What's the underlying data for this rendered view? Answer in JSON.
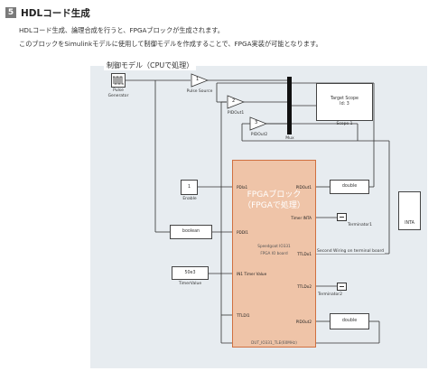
{
  "heading": {
    "number": "5",
    "title": "HDLコード生成"
  },
  "description": {
    "line1": "HDLコード生成、論理合成を行うと、FPGAブロックが生成されます。",
    "line2": "このブロックをSimulinkモデルに使用して制御モデルを作成することで、FPGA実装が可能となります。"
  },
  "model": {
    "title": "制御モデル（CPUで処理）",
    "pulse_generator": "Pulse Generator",
    "pulse_source": {
      "value": "1",
      "caption": "Pulse Source"
    },
    "pid_out1": {
      "value": "2",
      "caption": "PIDOut1"
    },
    "pid_out2": {
      "value": "3",
      "caption": "PIDOut2"
    },
    "mux_caption": "Mux",
    "target_scope": {
      "label": "Target Scope\nId: 3",
      "caption": "Scope 1"
    },
    "enable": {
      "value": "1",
      "caption": "Enable"
    },
    "boolean_block": "boolean",
    "timer_value": {
      "value": "50e3",
      "caption": "TimerValue"
    },
    "double_top": "double",
    "double_bottom": "double",
    "inta": "INTA",
    "terminator1": "Terminator1",
    "terminator2": "Terminator2",
    "second_wiring": "Second Wiring on terminal board",
    "fpga": {
      "title": "FPGAブロック",
      "subtitle": "（FPGAで処理）",
      "port_in1": "PDIa1",
      "port_in2": "PDDI1",
      "port_in3": "IN1 Timer Value",
      "port_in4": "TTLDI1",
      "port_out1": "PIDOut1",
      "port_out2": "Timer INTA",
      "port_out3": "TTLDo1",
      "port_out4": "TTLDo2",
      "port_out5": "PIDOut2",
      "info1": "Speedgoat IO331",
      "info2": "FPGA IO board",
      "bottom": "DUT_IO331_TLE(60MHz)"
    }
  }
}
